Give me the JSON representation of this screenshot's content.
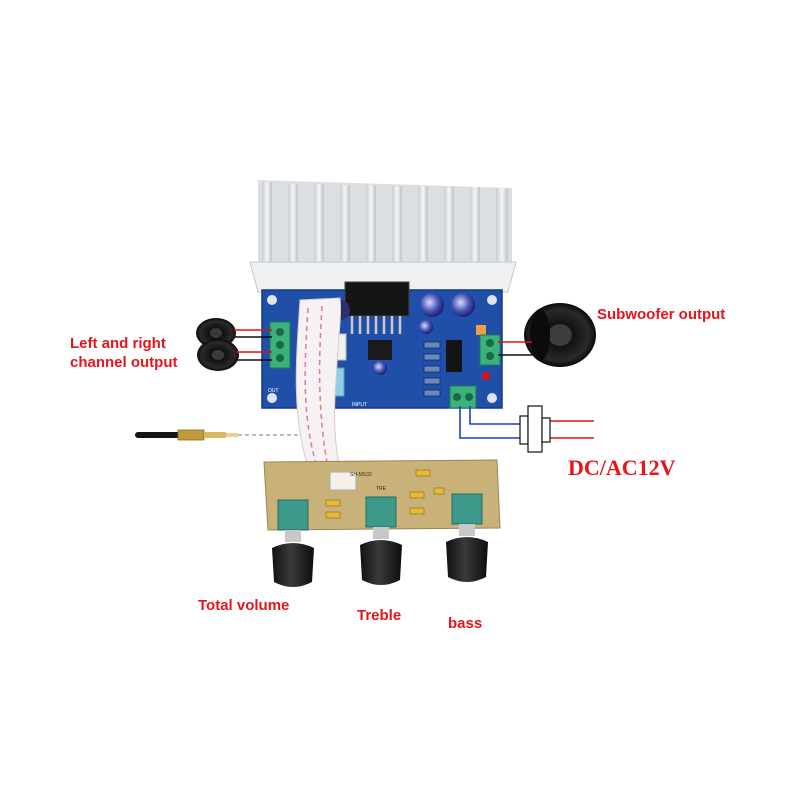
{
  "labels": {
    "left_right_line1": "Left and right",
    "left_right_line2": "channel output",
    "subwoofer": "Subwoofer output",
    "power": "DC/AC12V",
    "total_volume": "Total volume",
    "treble": "Treble",
    "bass": "bass"
  },
  "board_markings": {
    "output": "OUT",
    "input": "INPUT",
    "tone_board": "SH-MS33",
    "tre": "TRE"
  },
  "colors": {
    "label_red": "#e8141c",
    "pcb_blue": "#1f4fa8",
    "tone_board": "#c9b27a",
    "terminal_green": "#3bb27b",
    "wire_red": "#e01010",
    "wire_blue": "#1a3fd0",
    "heatsink": "#e6e8ea"
  }
}
